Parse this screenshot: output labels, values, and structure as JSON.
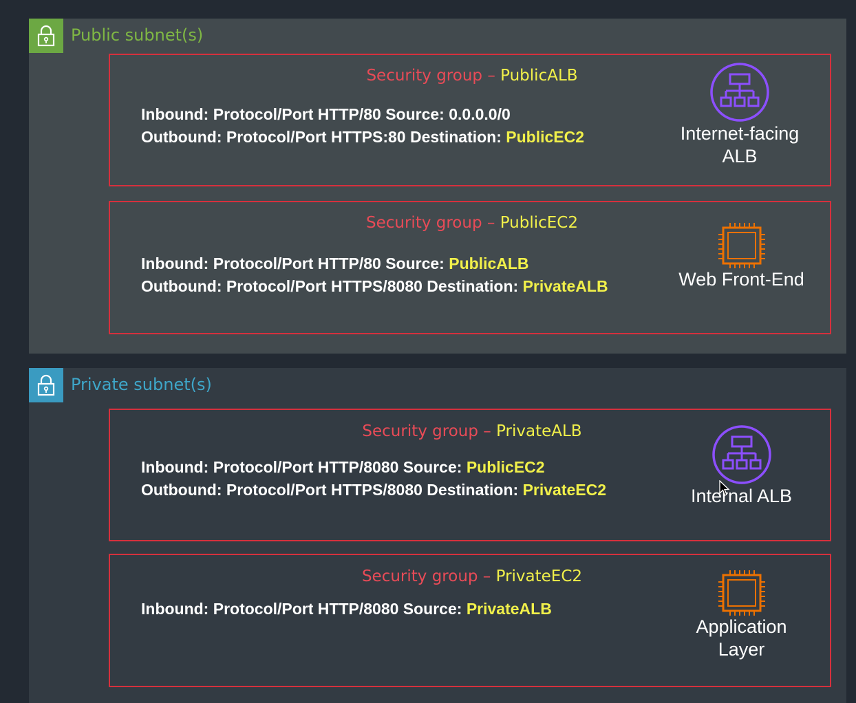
{
  "public_subnet": {
    "title": "Public subnet(s)",
    "groups": [
      {
        "title_prefix": "Security group – ",
        "name": "PublicALB",
        "inbound_text": "Inbound: Protocol/Port HTTP/80 Source: 0.0.0.0/0",
        "inbound_ref": "",
        "outbound_text": "Outbound: Protocol/Port HTTPS:80 Destination: ",
        "outbound_ref": "PublicEC2",
        "resource_label_1": "Internet-facing",
        "resource_label_2": "ALB",
        "resource_icon": "load-balancer-icon"
      },
      {
        "title_prefix": "Security group – ",
        "name": "PublicEC2",
        "inbound_text": "Inbound: Protocol/Port HTTP/80 Source: ",
        "inbound_ref": "PublicALB",
        "outbound_text": "Outbound: Protocol/Port HTTPS/8080 Destination: ",
        "outbound_ref": "PrivateALB",
        "resource_label_1": "Web Front-End",
        "resource_icon": "ec2-chip-icon"
      }
    ]
  },
  "private_subnet": {
    "title": "Private subnet(s)",
    "groups": [
      {
        "title_prefix": "Security group – ",
        "name": "PrivateALB",
        "inbound_text": "Inbound: Protocol/Port HTTP/8080 Source: ",
        "inbound_ref": "PublicEC2",
        "outbound_text": "Outbound: Protocol/Port HTTPS/8080 Destination: ",
        "outbound_ref": "PrivateEC2",
        "resource_label_1": "Internal ALB",
        "resource_icon": "load-balancer-icon"
      },
      {
        "title_prefix": "Security group – ",
        "name": "PrivateEC2",
        "inbound_text": "Inbound: Protocol/Port HTTP/8080 Source: ",
        "inbound_ref": "PrivateALB",
        "resource_label_1": "Application",
        "resource_label_2": "Layer",
        "resource_icon": "ec2-chip-icon"
      }
    ]
  },
  "colors": {
    "public_accent": "#6ca843",
    "private_accent": "#3a9bc1",
    "security_group_border": "#d6303d",
    "reference_highlight": "#f1f04a",
    "alb_purple": "#8c4fff",
    "ec2_orange": "#ed7100"
  }
}
